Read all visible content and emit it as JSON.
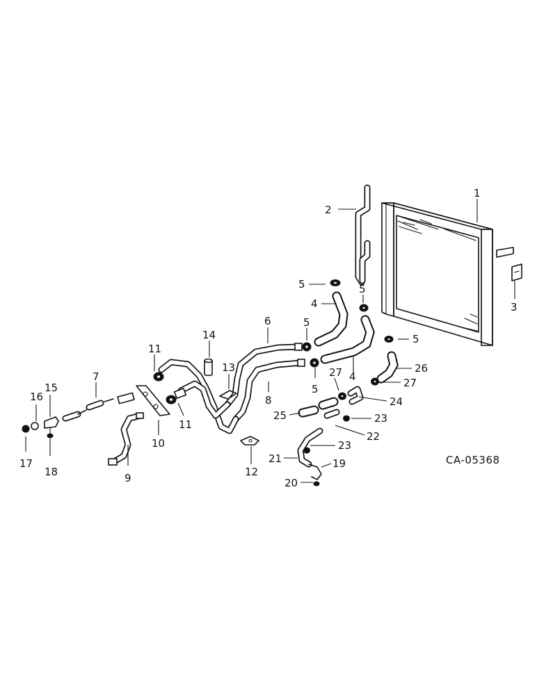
{
  "diagram_code": "CA-05368",
  "callouts": [
    "1",
    "2",
    "3",
    "4",
    "4",
    "5",
    "5",
    "5",
    "5",
    "6",
    "7",
    "8",
    "9",
    "10",
    "11",
    "11",
    "12",
    "13",
    "14",
    "15",
    "16",
    "17",
    "18",
    "19",
    "20",
    "21",
    "22",
    "23",
    "23",
    "24",
    "25",
    "26",
    "27",
    "27"
  ]
}
